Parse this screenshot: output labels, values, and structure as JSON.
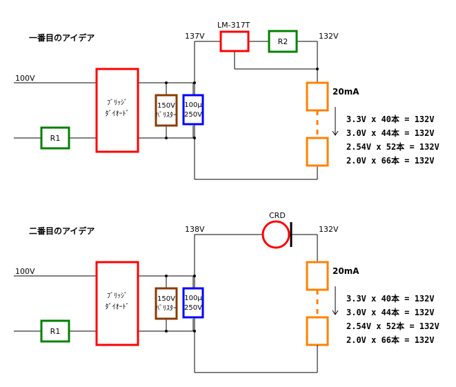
{
  "idea1": {
    "title": "一番目のアイデア",
    "input_voltage": "100V",
    "r1": "R1",
    "bridge": [
      "ﾌﾞﾘｯｼﾞ",
      "ﾀﾞｲｵｰﾄﾞ"
    ],
    "varistor": [
      "150V",
      "ﾊﾞﾘｽﾀｰ"
    ],
    "capacitor": [
      "100μ",
      "250V"
    ],
    "v_before": "137V",
    "regulator": "LM-317T",
    "r2": "R2",
    "v_after": "132V",
    "current": "20mA",
    "combos": [
      "3.3V x 40本 = 132V",
      "3.0V x 44本 = 132V",
      "2.54V x 52本 = 132V",
      "2.0V x 66本 = 132V"
    ]
  },
  "idea2": {
    "title": "二番目のアイデア",
    "input_voltage": "100V",
    "r1": "R1",
    "bridge": [
      "ﾌﾞﾘｯｼﾞ",
      "ﾀﾞｲｵｰﾄﾞ"
    ],
    "varistor": [
      "150V",
      "ﾊﾞﾘｽﾀｰ"
    ],
    "capacitor": [
      "100μ",
      "250V"
    ],
    "v_before": "138V",
    "crd": "CRD",
    "v_after": "132V",
    "current": "20mA",
    "combos": [
      "3.3V x 40本 = 132V",
      "3.0V x 44本 = 132V",
      "2.54V x 52本 = 132V",
      "2.0V x 66本 = 132V"
    ]
  },
  "colors": {
    "bridge": "#ff0000",
    "regulator": "#ff0000",
    "crd": "#ff0000",
    "resistor": "#008000",
    "varistor": "#8b3a00",
    "capacitor": "#0000ff",
    "led": "#ff8000"
  }
}
